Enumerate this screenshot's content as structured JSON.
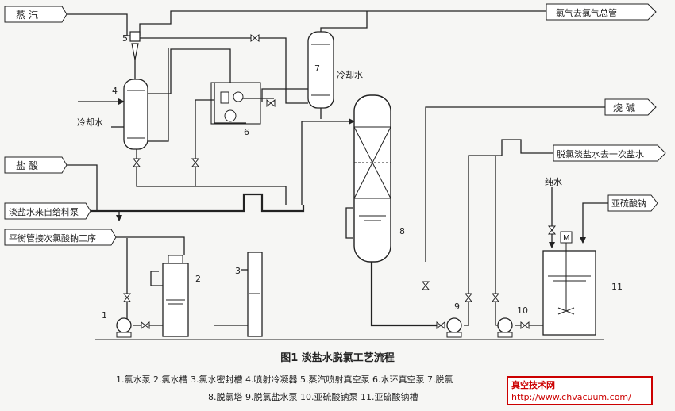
{
  "tags": {
    "steam": "蒸 汽",
    "chlorine_to_main": "氯气去氯气总管",
    "hydrochloric_acid": "盐 酸",
    "caustic": "烧 碱",
    "brine_from_feed_pump": "淡盐水来自给料泵",
    "balance_pipe": "平衡管接次氯酸钠工序",
    "dechlorinated_to_primary": "脱氯淡盐水去一次盐水",
    "pure_water": "纯水",
    "sodium_sulfite": "亚硫酸钠",
    "cooling_water_left": "冷却水",
    "cooling_water_right": "冷却水"
  },
  "numbers": [
    "1",
    "2",
    "3",
    "4",
    "5",
    "6",
    "7",
    "8",
    "9",
    "10",
    "11"
  ],
  "motor_label": "M",
  "caption": {
    "title": "图1  淡盐水脱氯工艺流程",
    "legend_line1": "1.氯水泵 2.氯水槽 3.氯水密封槽 4.喷射冷凝器 5.蒸汽喷射真空泵 6.水环真空泵 7.脱氯",
    "legend_line2": "8.脱氯塔 9.脱氯盐水泵 10.亚硫酸钠泵 11.亚硫酸钠槽"
  },
  "watermark": {
    "line1": "真空技术网",
    "line2": "http://www.chvacuum.com/"
  }
}
